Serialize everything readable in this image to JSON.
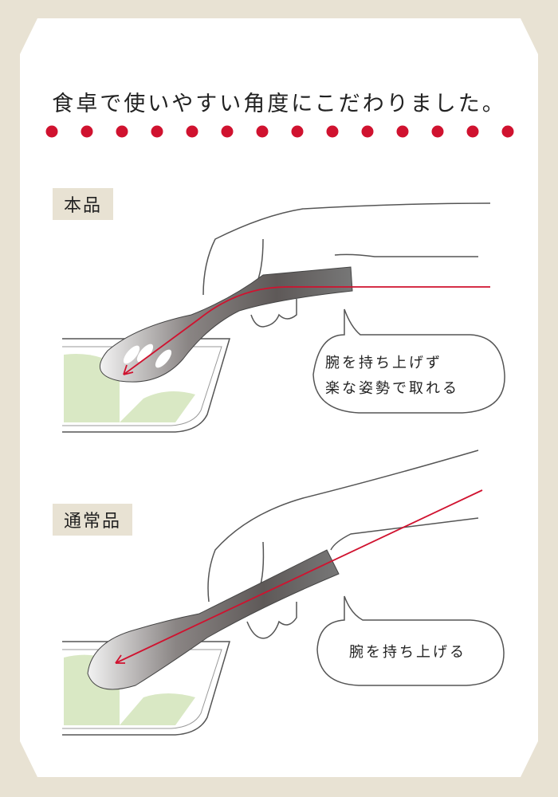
{
  "title": "食卓で使いやすい角度にこだわりました。",
  "colors": {
    "accent": "#d0122f",
    "background": "#e8e2d3",
    "food": "#d9e8c4"
  },
  "sections": [
    {
      "label": "本品",
      "bubble_lines": [
        "腕を持ち上げず",
        "楽な姿勢で取れる"
      ]
    },
    {
      "label": "通常品",
      "bubble_lines": [
        "腕を持ち上げる"
      ]
    }
  ]
}
